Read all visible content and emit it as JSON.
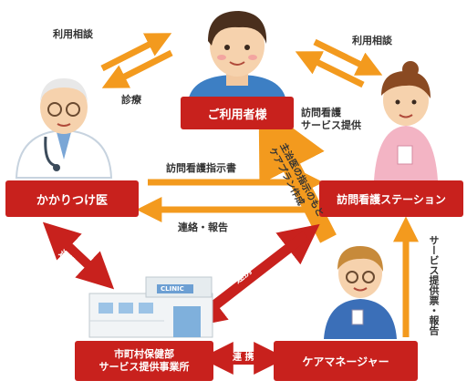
{
  "nodes": {
    "user": "ご利用者様",
    "doctor": "かかりつけ医",
    "station": "訪問看護ステーション",
    "municipal_line1": "市町村保健部",
    "municipal_line2": "サービス提供事業所",
    "care_manager": "ケアマネージャー"
  },
  "labels": {
    "consult_left": "利用相談",
    "consult_right": "利用相談",
    "examination": "診療",
    "nursing_service_line1": "訪問看護",
    "nursing_service_line2": "サービス提供",
    "instruction": "訪問看護指示書",
    "contact_report": "連絡・報告",
    "collab_doctor": "連携",
    "collab_bottom": "連 携",
    "collab_diag": "連携",
    "care_plan_line1": "主治医の指示のもと",
    "care_plan_line2": "ケアプラン作成",
    "service_report": "サービス提供票・報告",
    "clinic_sign": "CLINIC"
  },
  "colors": {
    "node_red": "#c8211d",
    "arrow_orange": "#f39a1e",
    "arrow_red": "#c8211d"
  }
}
